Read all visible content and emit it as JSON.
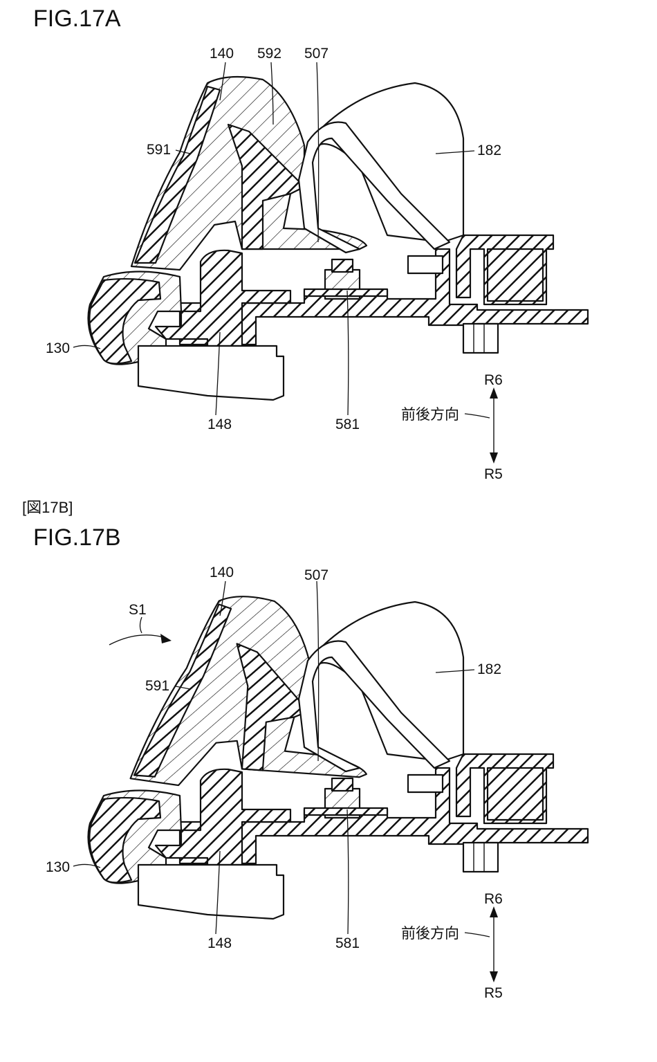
{
  "figure_a": {
    "title": "FIG.17A",
    "labels": {
      "l140": "140",
      "l592": "592",
      "l507": "507",
      "l591": "591",
      "l182": "182",
      "l130": "130",
      "l148": "148",
      "l581": "581",
      "r6": "R6",
      "r5": "R5",
      "direction": "前後方向"
    }
  },
  "figure_b": {
    "caption": "[図17B]",
    "title": "FIG.17B",
    "labels": {
      "l140": "140",
      "l507": "507",
      "s1": "S1",
      "l591": "591",
      "l182": "182",
      "l130": "130",
      "l148": "148",
      "l581": "581",
      "r6": "R6",
      "r5": "R5",
      "direction": "前後方向"
    }
  }
}
